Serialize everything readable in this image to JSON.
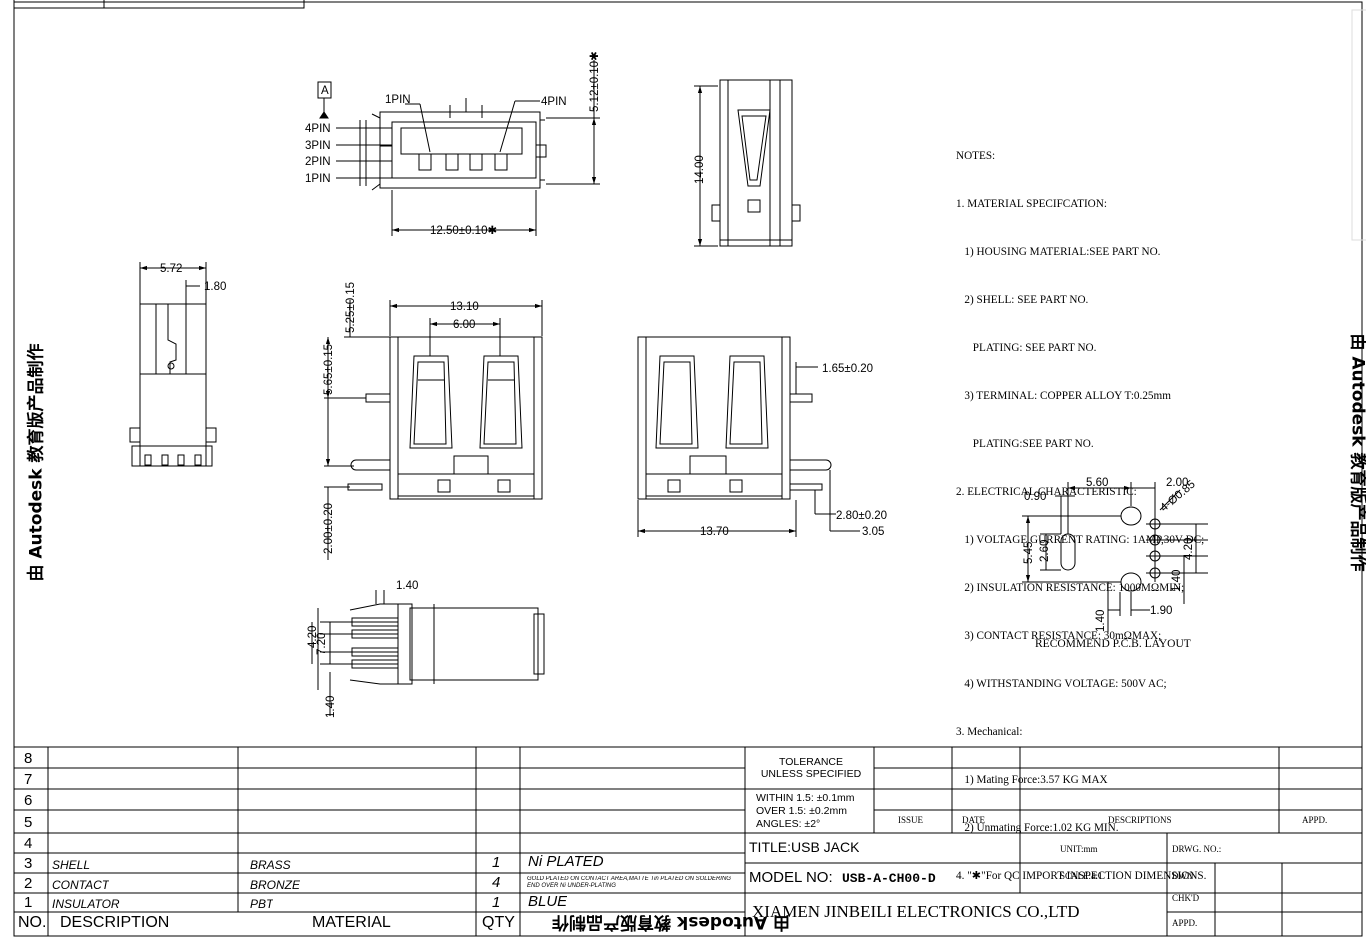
{
  "dimensions": {
    "pin4_top": "4PIN",
    "pin1_top": "1PIN",
    "pin4_side": "4PIN",
    "pin3_side": "3PIN",
    "pin2_side": "2PIN",
    "pin1_side": "1PIN",
    "datum": "A",
    "d_5_12": "5.12±0.10✱",
    "d_12_50": "12.50±0.10✱",
    "d_14_00": "14.00",
    "d_5_72": "5.72",
    "d_1_80": "1.80",
    "d_13_10": "13.10",
    "d_6_00": "6.00",
    "d_5_25": "5.25±0.15",
    "d_5_65": "5.65±0.15",
    "d_2_00": "2.00±0.20",
    "d_1_65": "1.65±0.20",
    "d_2_80": "2.80±0.20",
    "d_3_05": "3.05",
    "d_13_70": "13.70",
    "d_1_40_bot": "1.40",
    "d_4_20_bot": "4.20",
    "d_7_20": "7.20",
    "d_1_40_bot2": "1.40",
    "p_5_60": "5.60",
    "p_2_00": "2.00",
    "p_0_90": "0.90",
    "p_holes": "4-Ø0.85",
    "p_5_45": "5.45",
    "p_2_60": "2.60",
    "p_4_20": "4.20",
    "p_1_40": "1.40",
    "p_1_40b": "1.40",
    "p_1_90": "1.90"
  },
  "notes": [
    "NOTES:",
    "1. MATERIAL SPECIFCATION:",
    "   1) HOUSING MATERIAL:SEE PART NO.",
    "   2) SHELL: SEE PART NO.",
    "      PLATING: SEE PART NO.",
    "   3) TERMINAL: COPPER ALLOY T:0.25mm",
    "      PLATING:SEE PART NO.",
    "2. ELECTRICAL CHARACTERISTIC:",
    "   1) VOLTAGE GURRENT RATING: 1AMP,30V DC;",
    "   2) INSULATION RESISTANCE: 1000MΩMIN;",
    "   3) CONTACT RESISTANCE: 30mΩMAX;",
    "   4) WITHSTANDING VOLTAGE: 500V AC;",
    "3. Mechanical:",
    "   1) Mating Force:3.57 KG MAX",
    "   2) Unmating Force:1.02 KG MIN.",
    "4. \"✱\"For QC IMPORT INSPECTION DIMENSIONS."
  ],
  "pcb_caption": "RECOMMEND P.C.B. LAYOUT",
  "watermark": "由 Autodesk 教育版产品制作",
  "bom": {
    "rows": [
      {
        "no": "8",
        "desc": "",
        "material": "",
        "qty": "",
        "finish": ""
      },
      {
        "no": "7",
        "desc": "",
        "material": "",
        "qty": "",
        "finish": ""
      },
      {
        "no": "6",
        "desc": "",
        "material": "",
        "qty": "",
        "finish": ""
      },
      {
        "no": "5",
        "desc": "",
        "material": "",
        "qty": "",
        "finish": ""
      },
      {
        "no": "4",
        "desc": "",
        "material": "",
        "qty": "",
        "finish": ""
      },
      {
        "no": "3",
        "desc": "SHELL",
        "material": "BRASS",
        "qty": "1",
        "finish": "Ni PLATED"
      },
      {
        "no": "2",
        "desc": "CONTACT",
        "material": "BRONZE",
        "qty": "4",
        "finish": "GOLD PLATED ON CONTACT AREA,MATTE Tin PLATED ON SOLDERING END OVER Ni UNDER-PLATING"
      },
      {
        "no": "1",
        "desc": "INSULATOR",
        "material": "PBT",
        "qty": "1",
        "finish": "BLUE"
      }
    ],
    "header": {
      "no": "NO.",
      "desc": "DESCRIPTION",
      "material": "MATERIAL",
      "qty": "QTY"
    }
  },
  "title_block": {
    "tolerance_title": "TOLERANCE\nUNLESS SPECIFIED",
    "within": "WITHIN 1.5: ±0.1mm",
    "over": "OVER 1.5:  ±0.2mm",
    "angles": "ANGLES: ±2°",
    "issue": "ISSUE",
    "date": "DATE",
    "descriptions": "DESCRIPTIONS",
    "appd": "APPD.",
    "title_label": "TITLE:USB JACK",
    "unit": "UNIT:mm",
    "drwg_no": "DRWG. NO.:",
    "model_label": "MODEL NO:",
    "model_value": "USB-A-CH00-D",
    "scale": "SCALE:4:1",
    "dwn": "DWN",
    "chk": "CHK'D",
    "appd2": "APPD.",
    "company": "XIAMEN JINBEILI ELECTRONICS CO.,LTD"
  }
}
